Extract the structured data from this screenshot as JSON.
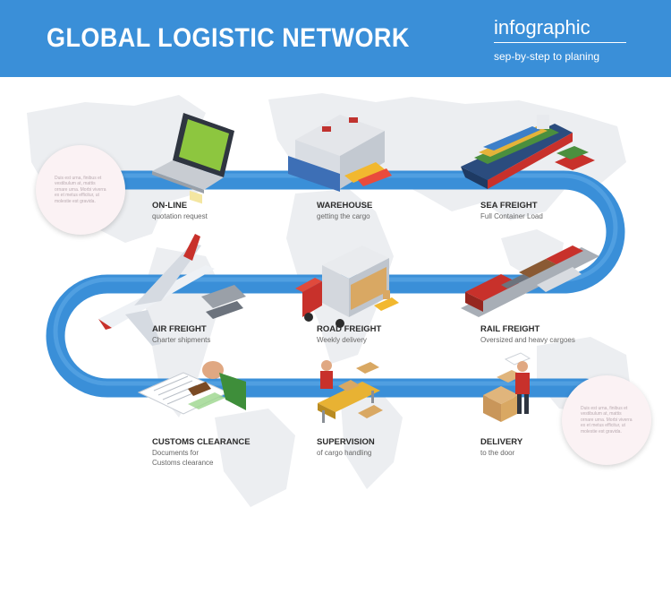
{
  "header": {
    "title": "GLOBAL LOGISTIC NETWORK",
    "tag": "infographic",
    "subtitle": "sep-by-step to planing"
  },
  "colors": {
    "banner": "#3a8fd8",
    "road": "#3a8fd8",
    "map": "#eceef1"
  },
  "steps": [
    {
      "title": "ON-LINE",
      "subtitle": "quotation request",
      "icon": "laptop-icon"
    },
    {
      "title": "WAREHOUSE",
      "subtitle": "getting the cargo",
      "icon": "warehouse-icon"
    },
    {
      "title": "SEA FREIGHT",
      "subtitle": "Full Container Load",
      "icon": "cargo-ship-icon"
    },
    {
      "title": "AIR FREIGHT",
      "subtitle": "Charter shipments",
      "icon": "airplane-icon"
    },
    {
      "title": "ROAD FREIGHT",
      "subtitle": "Weekly delivery",
      "icon": "truck-icon"
    },
    {
      "title": "RAIL FREIGHT",
      "subtitle": "Oversized and  heavy cargoes",
      "icon": "freight-train-icon"
    },
    {
      "title": "CUSTOMS CLEARANCE",
      "subtitle": "Documents for",
      "subtitle2": "Customs clearance",
      "icon": "customs-stamp-icon"
    },
    {
      "title": "SUPERVISION",
      "subtitle": "of cargo handling",
      "icon": "conveyor-worker-icon"
    },
    {
      "title": "DELIVERY",
      "subtitle": "to the door",
      "icon": "delivery-worker-icon"
    }
  ],
  "notes": {
    "left": "Duis est urna, finibus et vestibulum at, mattis ornare urna. Morbi viverra ex et metus efficitur, ut molestie est gravida.",
    "right": "Duis est urna, finibus et vestibulum at, mattis ornare urna. Morbi viverra ex et metus efficitur, ut molestie est gravida."
  }
}
